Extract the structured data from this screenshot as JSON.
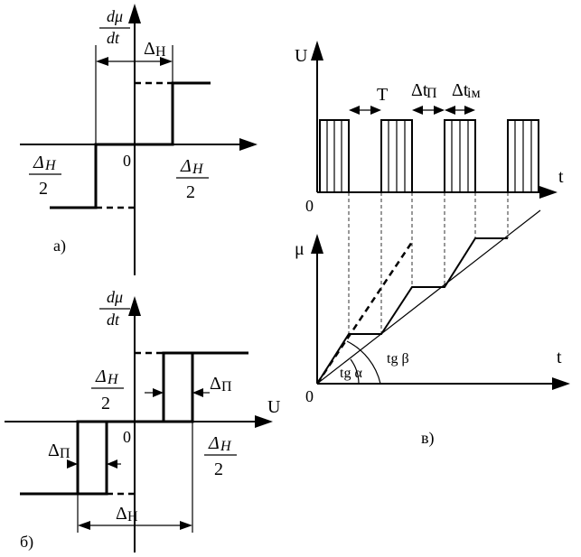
{
  "panel_a": {
    "caption": "а)",
    "ylabel_num": "dμ",
    "ylabel_den": "dt",
    "delta_top": "Δ",
    "delta_top_sub": "Н",
    "origin": "0",
    "left_frac_num": "Δ",
    "left_frac_sub": "Н",
    "left_frac_den": "2",
    "right_frac_num": "Δ",
    "right_frac_sub": "Н",
    "right_frac_den": "2"
  },
  "panel_b": {
    "caption": "б)",
    "ylabel_num": "dμ",
    "ylabel_den": "dt",
    "xlabel": "U",
    "origin": "0",
    "frac_top_num": "Δ",
    "frac_top_sub": "Н",
    "frac_top_den": "2",
    "frac_right_num": "Δ",
    "frac_right_sub": "Н",
    "frac_right_den": "2",
    "delta_p_right": "Δ",
    "delta_p_right_sub": "П",
    "delta_p_left": "Δ",
    "delta_p_left_sub": "П",
    "delta_h_bottom": "Δ",
    "delta_h_bottom_sub": "Н"
  },
  "panel_v": {
    "caption": "в)",
    "u_label": "U",
    "t_label_top": "t",
    "origin_top": "0",
    "period": "T",
    "dt_p": "Δt",
    "dt_p_sub": "П",
    "dt_im": "Δt",
    "dt_im_sub": "ім",
    "mu_label": "μ",
    "t_label_bottom": "t",
    "origin_bottom": "0",
    "tg_alpha": "tg α",
    "tg_beta": "tg β"
  }
}
